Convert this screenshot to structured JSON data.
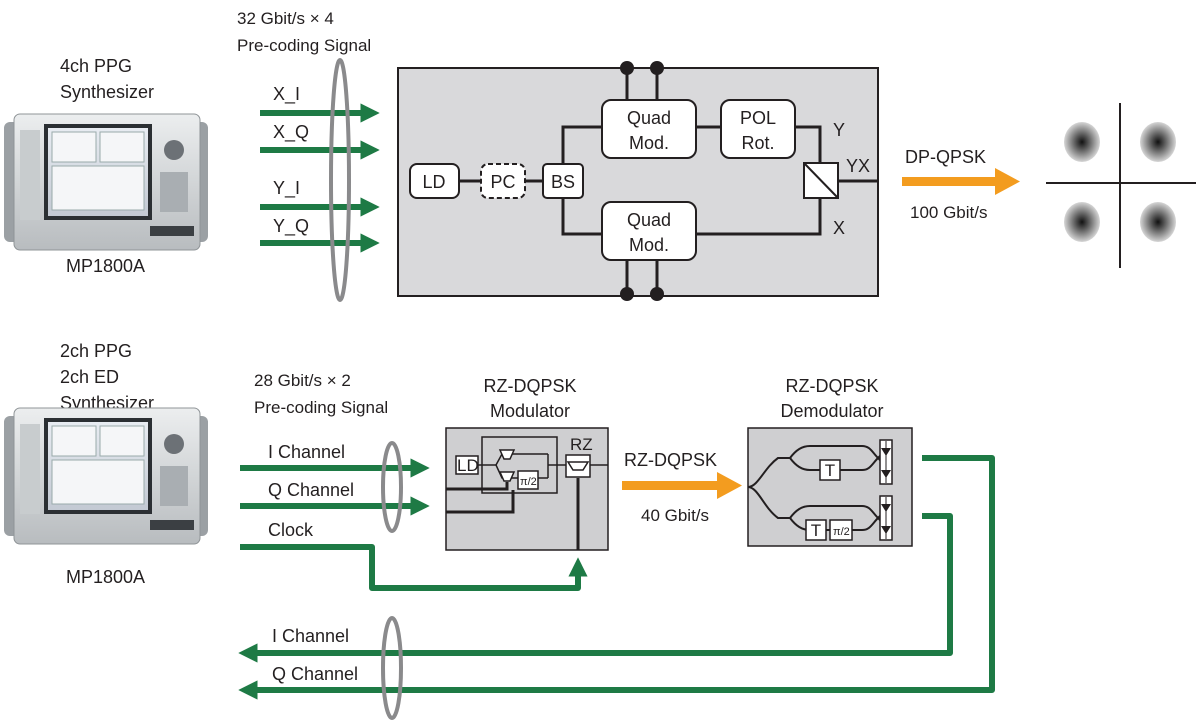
{
  "colors": {
    "signal_green": "#1e7a45",
    "output_orange": "#f39c1f",
    "block_fill": "#d9d9db",
    "line": "#231f20",
    "bundle_ring": "#8a8a8c"
  },
  "top": {
    "instrument_caption": [
      "4ch PPG",
      "Synthesizer"
    ],
    "instrument_model": "MP1800A",
    "rate_caption": [
      "32 Gbit/s × 4",
      "Pre-coding Signal"
    ],
    "channels": [
      "X_I",
      "X_Q",
      "Y_I",
      "Y_Q"
    ],
    "blocks": {
      "ld": "LD",
      "pc": "PC",
      "bs": "BS",
      "quad_mod_upper": [
        "Quad",
        "Mod."
      ],
      "quad_mod_lower": [
        "Quad",
        "Mod."
      ],
      "pol_rot": [
        "POL",
        "Rot."
      ]
    },
    "port_labels": {
      "y": "Y",
      "yx": "YX",
      "x": "X"
    },
    "output": {
      "format": "DP-QPSK",
      "rate": "100 Gbit/s"
    }
  },
  "bottom": {
    "instrument_caption": [
      "2ch PPG",
      "2ch ED",
      "Synthesizer"
    ],
    "instrument_model": "MP1800A",
    "rate_caption": [
      "28 Gbit/s × 2",
      "Pre-coding Signal"
    ],
    "inputs": [
      "I Channel",
      "Q Channel",
      "Clock"
    ],
    "modulator": {
      "title": [
        "RZ-DQPSK",
        "Modulator"
      ],
      "ld": "LD",
      "phase": "π/2",
      "rz": "RZ"
    },
    "demodulator": {
      "title": [
        "RZ-DQPSK",
        "Demodulator"
      ],
      "delay": "T",
      "phase": "π/2"
    },
    "link": {
      "format": "RZ-DQPSK",
      "rate": "40 Gbit/s"
    },
    "returns": [
      "I Channel",
      "Q Channel"
    ]
  }
}
